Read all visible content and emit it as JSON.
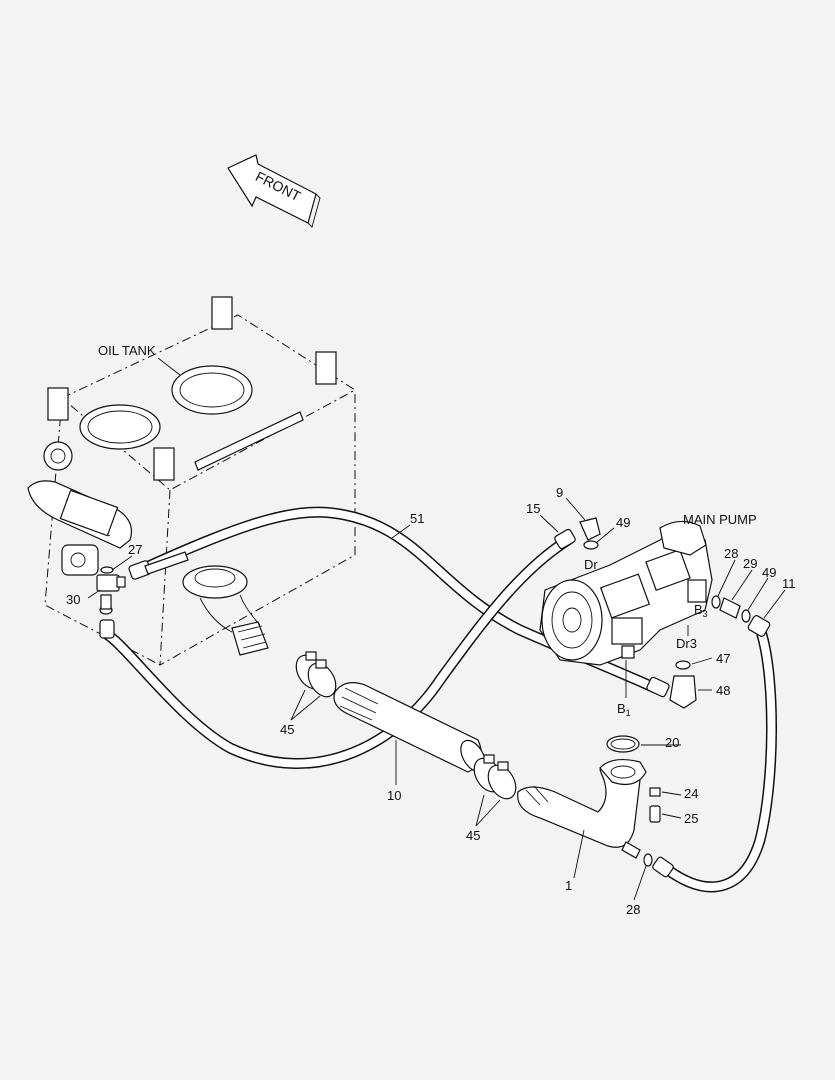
{
  "labels": {
    "front": "FRONT",
    "oil_tank": "OIL TANK",
    "main_pump": "MAIN PUMP",
    "port_dr": "Dr",
    "port_b3": "B",
    "port_b3_sub": "3",
    "port_dr3": "Dr3",
    "port_b1": "B",
    "port_b1_sub": "1"
  },
  "callouts": {
    "p1": "1",
    "p9": "9",
    "p10": "10",
    "p11": "11",
    "p15": "15",
    "p20": "20",
    "p24": "24",
    "p25": "25",
    "p27": "27",
    "p28a": "28",
    "p28b": "28",
    "p29": "29",
    "p30": "30",
    "p45a": "45",
    "p45b": "45",
    "p47": "47",
    "p48": "48",
    "p49a": "49",
    "p49b": "49",
    "p51": "51"
  }
}
